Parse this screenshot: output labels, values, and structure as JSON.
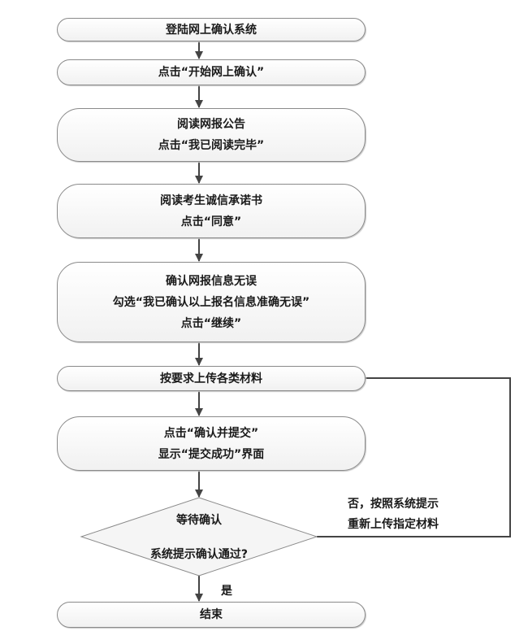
{
  "steps": [
    {
      "lines": [
        "登陆网上确认系统"
      ]
    },
    {
      "lines": [
        "点击“开始网上确认”"
      ]
    },
    {
      "lines": [
        "阅读网报公告",
        "点击“我已阅读完毕”"
      ]
    },
    {
      "lines": [
        "阅读考生诚信承诺书",
        "点击“同意”"
      ]
    },
    {
      "lines": [
        "确认网报信息无误",
        "勾选“我已确认以上报名信息准确无误”",
        "点击“继续”"
      ]
    },
    {
      "lines": [
        "按要求上传各类材料"
      ]
    },
    {
      "lines": [
        "点击“确认并提交”",
        "显示“提交成功”界面"
      ]
    }
  ],
  "decision": {
    "lines": [
      "等待确认",
      "系统提示确认通过?"
    ]
  },
  "no_branch": {
    "lines": [
      "否，按照系统提示",
      "重新上传指定材料"
    ]
  },
  "yes_label": "是",
  "end": {
    "label": "结束"
  }
}
